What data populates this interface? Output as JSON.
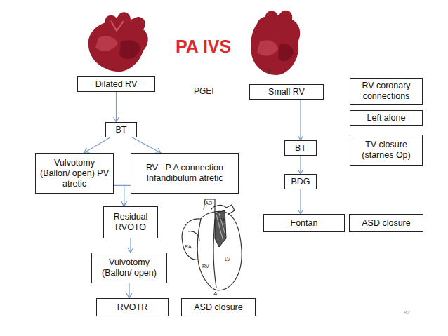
{
  "diagram": {
    "title": "PA IVS",
    "nodes": [
      {
        "text": [
          "Dilated RV"
        ]
      },
      {
        "text": [
          "Small RV"
        ]
      },
      {
        "text": [
          "RV coronary connections"
        ]
      },
      {
        "text": [
          "BT"
        ]
      },
      {
        "text": [
          "Left alone"
        ]
      },
      {
        "text": [
          "BT"
        ]
      },
      {
        "text": [
          "TV closure (starnes Op)"
        ]
      },
      {
        "text": [
          "Vulvotomy (Ballon/ open) PV atretic"
        ]
      },
      {
        "text": [
          "RV –P A connection Infandibulum atretic"
        ]
      },
      {
        "text": [
          "BDG"
        ]
      },
      {
        "text": [
          "Residual RVOTO"
        ]
      },
      {
        "text": [
          "Fontan"
        ]
      },
      {
        "text": [
          "ASD closure"
        ]
      },
      {
        "text": [
          "Vulvotomy (Ballon/ open)"
        ]
      },
      {
        "text": [
          "RVOTR"
        ]
      },
      {
        "text": [
          "ASD closure"
        ]
      }
    ],
    "edges": [
      {
        "from": 0,
        "to": 3,
        "arrow": "to"
      },
      {
        "from": 3,
        "to": 7,
        "arrow": "to"
      },
      {
        "from": 3,
        "to": 8,
        "arrow": "to"
      },
      {
        "from": 7,
        "to": 10,
        "arrow": "to"
      },
      {
        "from": 8,
        "to": 10,
        "arrow": "to"
      },
      {
        "from": 10,
        "to": 13,
        "arrow": "to"
      },
      {
        "from": 13,
        "to": 14,
        "arrow": "to"
      },
      {
        "from": 1,
        "to": 5,
        "arrow": "to"
      },
      {
        "from": 5,
        "to": 9,
        "arrow": "to"
      },
      {
        "from": 9,
        "to": 11,
        "arrow": "to"
      }
    ],
    "labels": [
      "A",
      "PGEI",
      "AO",
      "PA",
      "RA",
      "RV",
      "LV",
      "A",
      "82"
    ]
  }
}
